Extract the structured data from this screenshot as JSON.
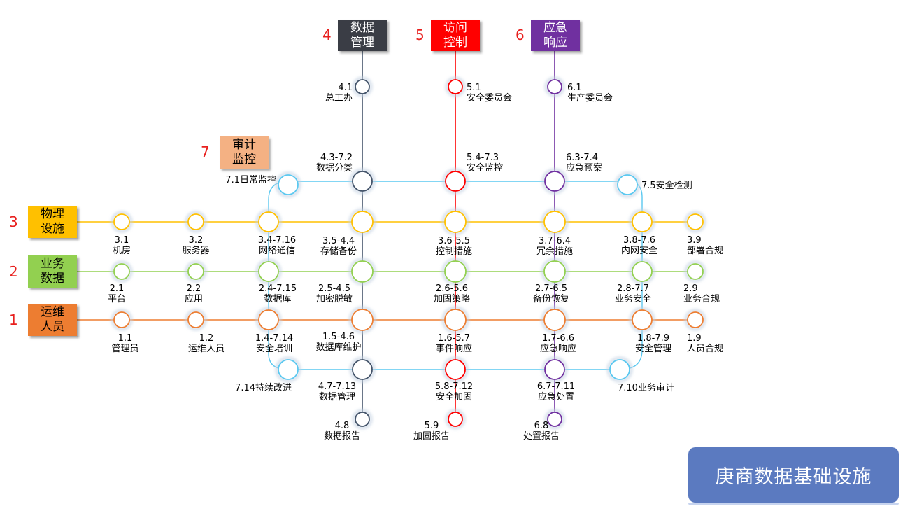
{
  "categories": [
    {
      "id": "cat-4",
      "num": "4",
      "label": "数据\n管理",
      "bg": "#3a3d45",
      "fg": "#ffffff"
    },
    {
      "id": "cat-5",
      "num": "5",
      "label": "访问\n控制",
      "bg": "#ff0000",
      "fg": "#ffffff"
    },
    {
      "id": "cat-6",
      "num": "6",
      "label": "应急\n响应",
      "bg": "#7030a0",
      "fg": "#ffffff"
    },
    {
      "id": "cat-7",
      "num": "7",
      "label": "审计\n监控",
      "bg": "#f4b183",
      "fg": "#000000"
    },
    {
      "id": "cat-3",
      "num": "3",
      "label": "物理\n设施",
      "bg": "#ffc000",
      "fg": "#000000"
    },
    {
      "id": "cat-2",
      "num": "2",
      "label": "业务\n数据",
      "bg": "#92d050",
      "fg": "#000000"
    },
    {
      "id": "cat-1",
      "num": "1",
      "label": "运维\n人员",
      "bg": "#ed7d31",
      "fg": "#000000"
    }
  ],
  "colors": {
    "line_1": "#ed7d31",
    "line_2": "#92d050",
    "line_3": "#ffc000",
    "line_4": "#44546a",
    "line_5": "#ff0000",
    "line_6": "#7030a0",
    "line_7": "#5ac8f0",
    "text": "#000000",
    "accent_red": "#e8201e"
  },
  "stations": [
    {
      "id": "s41",
      "code": "4.1",
      "name": "总工办",
      "line": "4"
    },
    {
      "id": "s51",
      "code": "5.1",
      "name": "安全委员会",
      "line": "5"
    },
    {
      "id": "s61",
      "code": "6.1",
      "name": "生产委员会",
      "line": "6"
    },
    {
      "id": "s71",
      "code": "",
      "name": "7.1日常监控",
      "line": "7"
    },
    {
      "id": "s43",
      "code": "4.3-7.2",
      "name": "数据分类",
      "line": "4"
    },
    {
      "id": "s54",
      "code": "5.4-7.3",
      "name": "安全监控",
      "line": "5"
    },
    {
      "id": "s63",
      "code": "6.3-7.4",
      "name": "应急预案",
      "line": "6"
    },
    {
      "id": "s75",
      "code": "",
      "name": "7.5安全检测",
      "line": "7"
    },
    {
      "id": "s31",
      "code": "3.1",
      "name": "机房",
      "line": "3"
    },
    {
      "id": "s32",
      "code": "3.2",
      "name": "服务器",
      "line": "3"
    },
    {
      "id": "s34",
      "code": "3.4-7.16",
      "name": "网络通信",
      "line": "3"
    },
    {
      "id": "s35",
      "code": "3.5-4.4",
      "name": "存储备份",
      "line": "3"
    },
    {
      "id": "s36",
      "code": "3.6-5.5",
      "name": "控制措施",
      "line": "3"
    },
    {
      "id": "s37",
      "code": "3.7-6.4",
      "name": "冗余措施",
      "line": "3"
    },
    {
      "id": "s38",
      "code": "3.8-7.6",
      "name": "内网安全",
      "line": "3"
    },
    {
      "id": "s39",
      "code": "3.9",
      "name": "部署合规",
      "line": "3"
    },
    {
      "id": "s21",
      "code": "2.1",
      "name": "平台",
      "line": "2"
    },
    {
      "id": "s22",
      "code": "2.2",
      "name": "应用",
      "line": "2"
    },
    {
      "id": "s24",
      "code": "2.4-7.15",
      "name": "数据库",
      "line": "2"
    },
    {
      "id": "s25",
      "code": "2.5-4.5",
      "name": "加密脱敏",
      "line": "2"
    },
    {
      "id": "s26",
      "code": "2.6-5.6",
      "name": "加固策略",
      "line": "2"
    },
    {
      "id": "s27",
      "code": "2.7-6.5",
      "name": "备份恢复",
      "line": "2"
    },
    {
      "id": "s28",
      "code": "2.8-7.7",
      "name": "业务安全",
      "line": "2"
    },
    {
      "id": "s29",
      "code": "2.9",
      "name": "业务合规",
      "line": "2"
    },
    {
      "id": "s11",
      "code": "1.1",
      "name": "管理员",
      "line": "1"
    },
    {
      "id": "s12",
      "code": "1.2",
      "name": "运维人员",
      "line": "1"
    },
    {
      "id": "s14",
      "code": "1.4-7.14",
      "name": "安全培训",
      "line": "1"
    },
    {
      "id": "s15",
      "code": "1.5-4.6",
      "name": "数据库维护",
      "line": "1"
    },
    {
      "id": "s16",
      "code": "1.6-5.7",
      "name": "事件响应",
      "line": "1"
    },
    {
      "id": "s17",
      "code": "1.7-6.6",
      "name": "应急响应",
      "line": "1"
    },
    {
      "id": "s18",
      "code": "1.8-7.9",
      "name": "安全管理",
      "line": "1"
    },
    {
      "id": "s19",
      "code": "1.9",
      "name": "人员合规",
      "line": "1"
    },
    {
      "id": "s714",
      "code": "",
      "name": "7.14持续改进",
      "line": "7"
    },
    {
      "id": "s47",
      "code": "4.7-7.13",
      "name": "数据管理",
      "line": "4"
    },
    {
      "id": "s58",
      "code": "5.8-7.12",
      "name": "安全加固",
      "line": "5"
    },
    {
      "id": "s67",
      "code": "6.7-7.11",
      "name": "应急处置",
      "line": "6"
    },
    {
      "id": "s710",
      "code": "",
      "name": "7.10业务审计",
      "line": "7"
    },
    {
      "id": "s48",
      "code": "4.8",
      "name": "数据报告",
      "line": "4"
    },
    {
      "id": "s59",
      "code": "5.9",
      "name": "加固报告",
      "line": "5"
    },
    {
      "id": "s68",
      "code": "6.8",
      "name": "处置报告",
      "line": "6"
    }
  ],
  "brand_button": {
    "label": "庚商数据基础设施"
  }
}
